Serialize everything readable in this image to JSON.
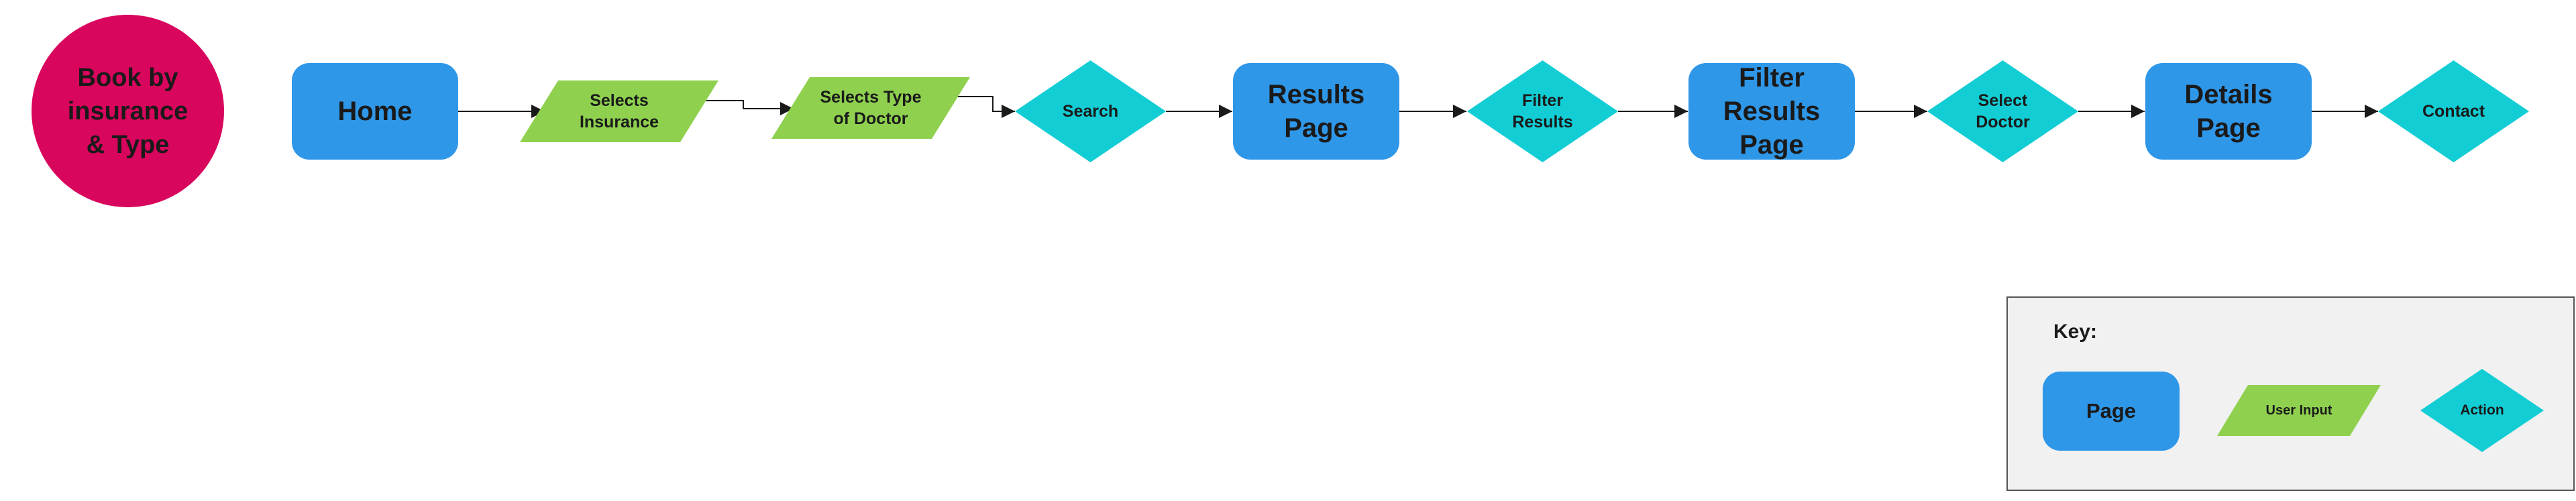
{
  "diagram": {
    "title": "Book by insurance & Type",
    "steps": {
      "home": "Home",
      "selects_insurance": "Selects Insurance",
      "selects_type": "Selects Type of Doctor",
      "search": "Search",
      "results_page": "Results Page",
      "filter_results": "Filter Results",
      "filter_results_page": "Filter Results Page",
      "select_doctor": "Select Doctor",
      "details_page": "Details Page",
      "contact": "Contact"
    }
  },
  "legend": {
    "title": "Key:",
    "page": "Page",
    "user_input": "User Input",
    "action": "Action"
  },
  "colors": {
    "start": "#d8065c",
    "page": "#2f97e8",
    "user_input": "#8fd14f",
    "action": "#13cdd4",
    "connector": "#1a1a1a"
  }
}
